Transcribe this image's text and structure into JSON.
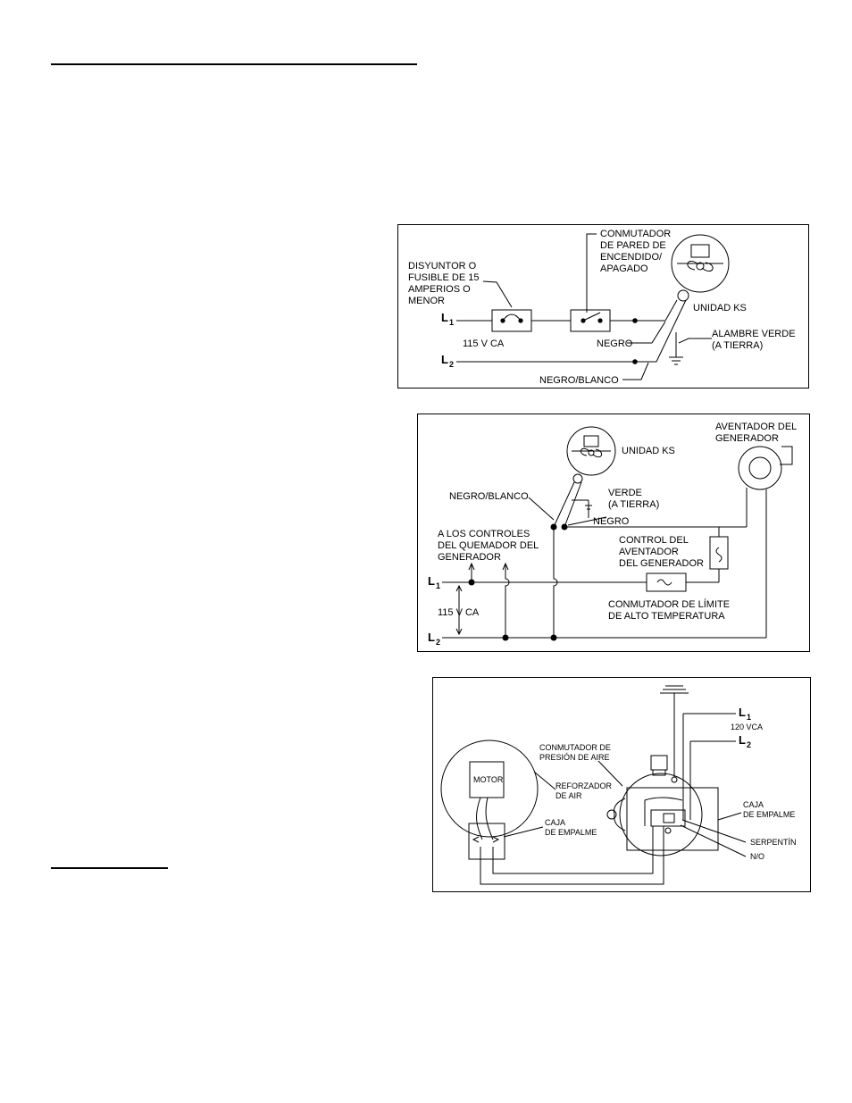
{
  "diagram1": {
    "labels": {
      "breaker_1": "DISYUNTOR O",
      "breaker_2": "FUSIBLE DE 15",
      "breaker_3": "AMPERIOS O",
      "breaker_4": "MENOR",
      "switch_1": "CONMUTADOR",
      "switch_2": "DE PARED DE",
      "switch_3": "ENCENDIDO/",
      "switch_4": "APAGADO",
      "unit": "UNIDAD KS",
      "voltage": "115 V CA",
      "black": "NEGRO",
      "green_1": "ALAMBRE VERDE",
      "green_2": "(A TIERRA)",
      "black_white": "NEGRO/BLANCO",
      "l1": "L",
      "l1_sub": "1",
      "l2": "L",
      "l2_sub": "2"
    }
  },
  "diagram2": {
    "labels": {
      "blower_1": "AVENTADOR DEL",
      "blower_2": "GENERADOR",
      "unit": "UNIDAD KS",
      "black_white": "NEGRO/BLANCO",
      "green_1": "VERDE",
      "green_2": "(A TIERRA)",
      "black": "NEGRO",
      "controls_1": "A LOS CONTROLES",
      "controls_2": "DEL QUEMADOR DEL",
      "controls_3": "GENERADOR",
      "fan_ctrl_1": "CONTROL DEL",
      "fan_ctrl_2": "AVENTADOR",
      "fan_ctrl_3": "DEL GENERADOR",
      "limit_1": "CONMUTADOR DE LÍMITE",
      "limit_2": "DE ALTO TEMPERATURA",
      "voltage": "115 V CA",
      "l1": "L",
      "l1_sub": "1",
      "l2": "L",
      "l2_sub": "2"
    }
  },
  "diagram3": {
    "labels": {
      "l1": "L",
      "l1_sub": "1",
      "voltage": "120 VCA",
      "l2": "L",
      "l2_sub": "2",
      "pressure_1": "CONMUTADOR DE",
      "pressure_2": "PRESIÓN DE AIRE",
      "motor": "MOTOR",
      "booster_1": "REFORZADOR",
      "booster_2": "DE AIR",
      "jbox_left_1": "CAJA",
      "jbox_left_2": "DE EMPALME",
      "jbox_right_1": "CAJA",
      "jbox_right_2": "DE EMPALME",
      "coil": "SERPENTÍN",
      "no": "N/O"
    }
  }
}
